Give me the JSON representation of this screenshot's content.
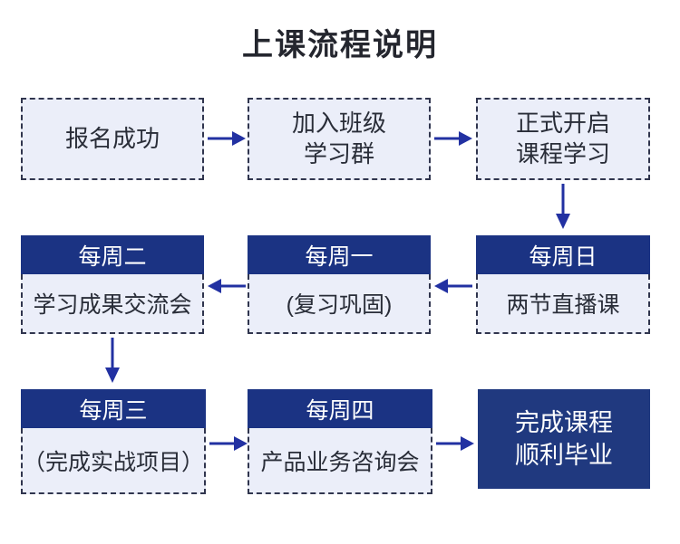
{
  "title": "上课流程说明",
  "colors": {
    "header_blue": "#1b3383",
    "final_blue": "#20397f",
    "arrow_blue": "#2231a2",
    "box_fill": "#ebeef9",
    "dashed_border": "#30354e",
    "title_text": "#24262e",
    "body_text": "#292d38"
  },
  "row1": {
    "signup": {
      "line1": "报名成功"
    },
    "join_group": {
      "line1": "加入班级",
      "line2": "学习群"
    },
    "start_course": {
      "line1": "正式开启",
      "line2": "课程学习"
    }
  },
  "row2": {
    "sunday": {
      "header": "每周日",
      "body": "两节直播课"
    },
    "monday": {
      "header": "每周一",
      "body": "(复习巩固)"
    },
    "tuesday": {
      "header": "每周二",
      "body": "学习成果交流会"
    }
  },
  "row3": {
    "wednesday": {
      "header": "每周三",
      "body": "（完成实战项目）"
    },
    "thursday": {
      "header": "每周四",
      "body": "产品业务咨询会"
    },
    "graduate": {
      "line1": "完成课程",
      "line2": "顺利毕业"
    }
  }
}
